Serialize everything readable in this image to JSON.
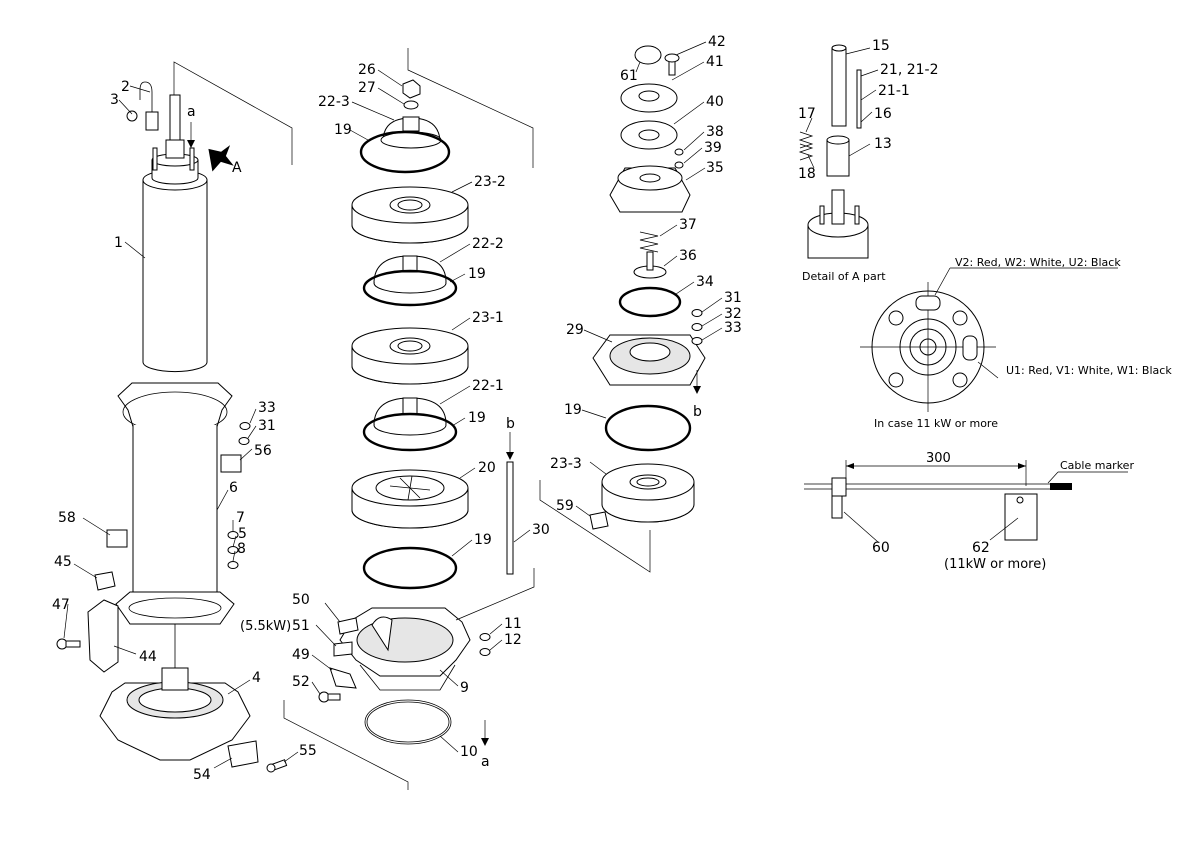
{
  "labels": {
    "p1": "1",
    "p2": "2",
    "p3": "3",
    "p4": "4",
    "p5": "5",
    "p6": "6",
    "p7": "7",
    "p8": "8",
    "p9": "9",
    "p10": "10",
    "p11": "11",
    "p12": "12",
    "p13": "13",
    "p15": "15",
    "p16": "16",
    "p17": "17",
    "p18": "18",
    "p19a": "19",
    "p19b": "19",
    "p19c": "19",
    "p19d": "19",
    "p19e": "19",
    "p20": "20",
    "p21": "21, 21-2",
    "p21_1": "21-1",
    "p22_1": "22-1",
    "p22_2": "22-2",
    "p22_3": "22-3",
    "p23_1": "23-1",
    "p23_2": "23-2",
    "p23_3": "23-3",
    "p26": "26",
    "p27": "27",
    "p29": "29",
    "p30": "30",
    "p31a": "31",
    "p31b": "31",
    "p32": "32",
    "p33a": "33",
    "p33b": "33",
    "p34": "34",
    "p35": "35",
    "p36": "36",
    "p37": "37",
    "p38": "38",
    "p39": "39",
    "p40": "40",
    "p41": "41",
    "p42": "42",
    "p44": "44",
    "p45": "45",
    "p47": "47",
    "p49": "49",
    "p50": "50",
    "p51": "51",
    "p52": "52",
    "p54": "54",
    "p55": "55",
    "p56": "56",
    "p58": "58",
    "p59": "59",
    "p60": "60",
    "p61": "61",
    "p62": "62"
  },
  "markers": {
    "a_top": "a",
    "a_bottom": "a",
    "b_top": "b",
    "b_right": "b",
    "A": "A"
  },
  "notes": {
    "kw55": "(5.5kW)",
    "detail_a": "Detail of A part",
    "v2": "V2: Red, W2: White, U2: Black",
    "u1": "U1: Red, V1: White, W1: Black",
    "case11": "In case 11 kW or more",
    "dim300": "300",
    "cable_marker": "Cable marker",
    "kw11": "(11kW or more)"
  }
}
